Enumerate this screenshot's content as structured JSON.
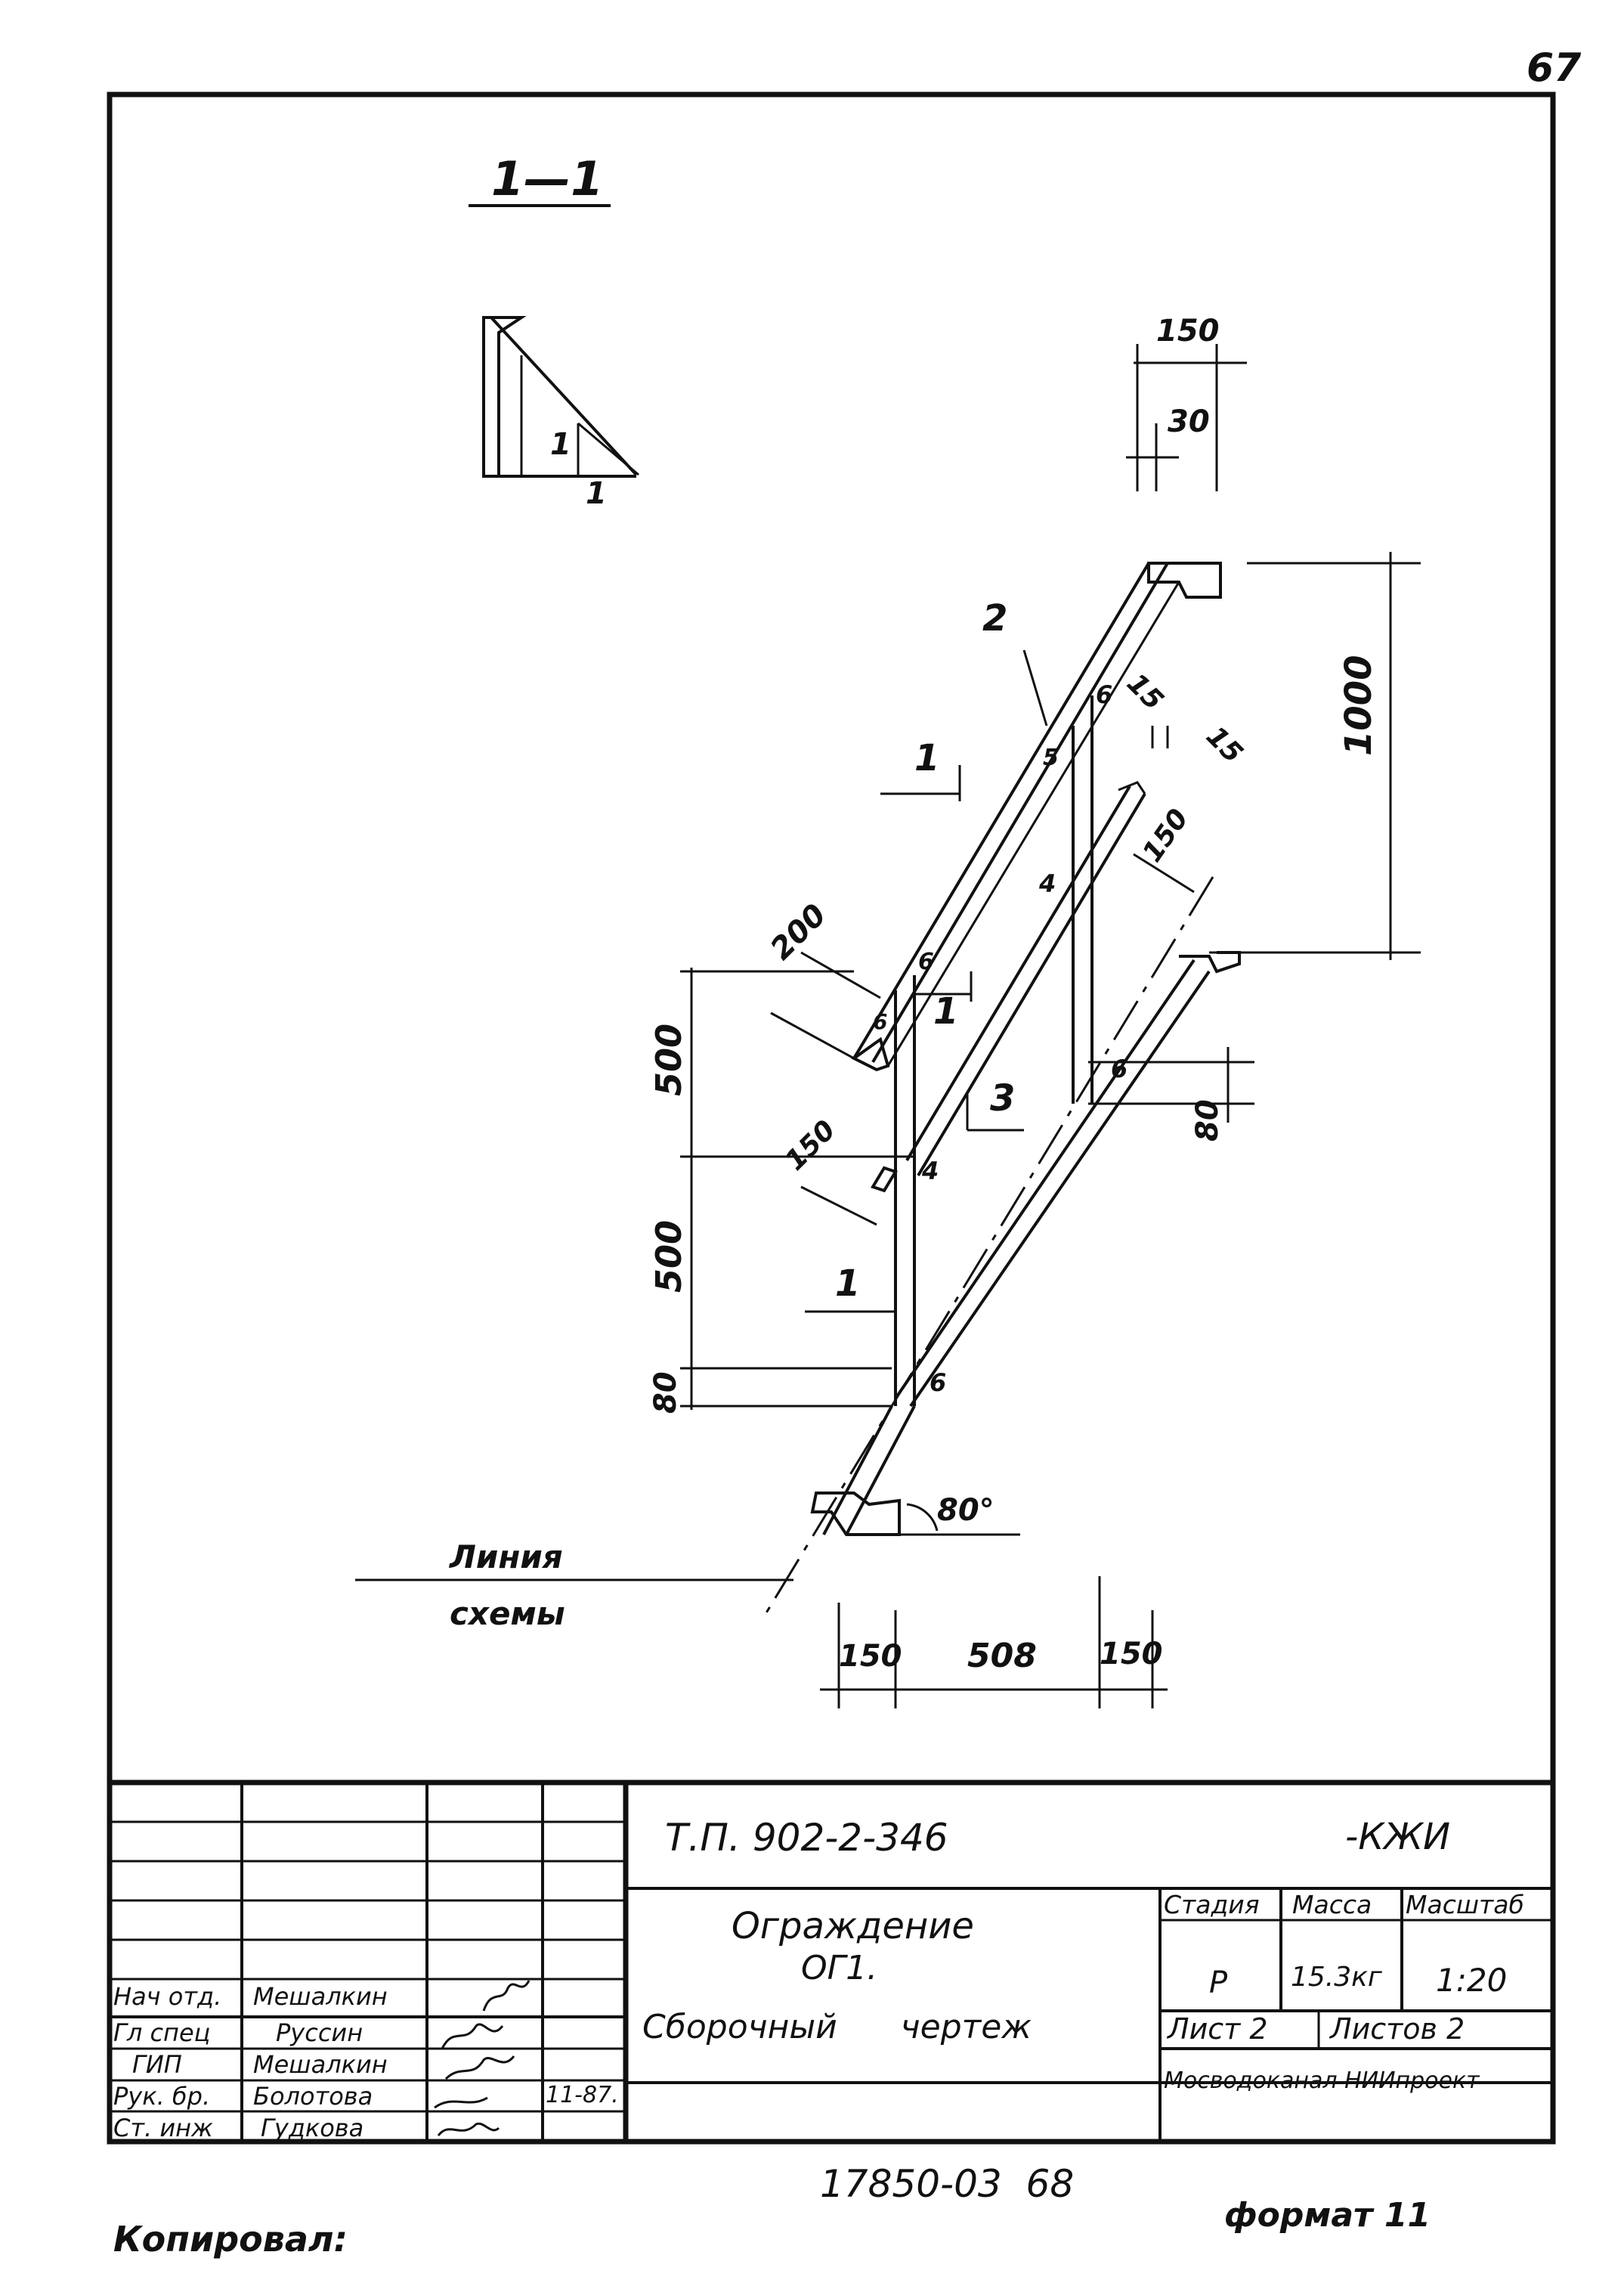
{
  "page_number": "67",
  "section_label": "1—1",
  "section_scale": [
    "1",
    "1"
  ],
  "dimensions": {
    "d150_top": "150",
    "d30": "30",
    "d1000": "1000",
    "d15a": "15",
    "d15b": "15",
    "d150_side": "150",
    "d200": "200",
    "d500_upper": "500",
    "d500_lower": "500",
    "d80_left": "80",
    "d80_right": "80",
    "d150_mid": "150",
    "d150_bottom_left": "150",
    "d508": "508",
    "d150_bottom_right": "150",
    "angle": "80°"
  },
  "positions": {
    "p1_upper": "1",
    "p1_mid": "1",
    "p1_lower": "1",
    "p2": "2",
    "p3": "3",
    "p4_a": "4",
    "p4_b": "4",
    "p5": "5",
    "p6_a": "6",
    "p6_b": "6",
    "p6_c": "6",
    "p6_d": "6",
    "p6_e": "6"
  },
  "scheme_line_label": [
    "Линия",
    "схемы"
  ],
  "title_block": {
    "project_code": "Т.П. 902-2-346",
    "doc_mark": "-КЖИ",
    "title_line1": "Ограждение",
    "title_line2": "ОГ1.",
    "title_line3": "Сборочный      чертеж",
    "col_headers": [
      "Стадия",
      "Масса",
      "Масштаб"
    ],
    "stage": "Р",
    "mass": "15.3кг",
    "scale": "1:20",
    "sheet": "Лист 2",
    "sheets_total": "Листов 2",
    "organization": "Мосводоканал НИИпроект",
    "staff": [
      {
        "role": "Нач отд.",
        "name": "Мешалкин"
      },
      {
        "role": "Гл спец",
        "name": "Руссин"
      },
      {
        "role": "ГИП",
        "name": "Мешалкин"
      },
      {
        "role": "Рук. бр.",
        "name": "Болотова"
      },
      {
        "role": "Ст. инж",
        "name": "Гудкова"
      }
    ],
    "date_note": "11-87."
  },
  "footer": {
    "copied_by": "Копировал:",
    "archive_no": "17850-03  68",
    "format": "формат 11"
  }
}
